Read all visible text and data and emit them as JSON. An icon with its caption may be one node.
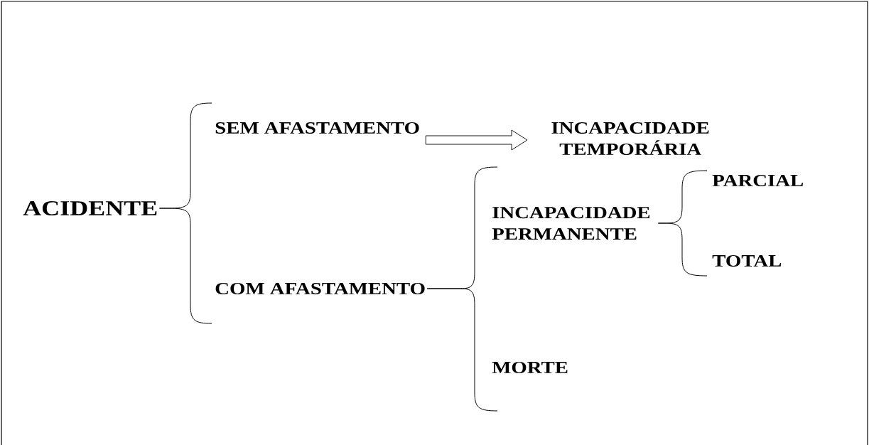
{
  "diagram": {
    "nodes": [
      {
        "text": [
          "ACIDENTE"
        ]
      },
      {
        "text": [
          "SEM AFASTAMENTO"
        ]
      },
      {
        "text": [
          "COM AFASTAMENTO"
        ]
      },
      {
        "text": [
          "INCAPACIDADE TEMPORÁRIA"
        ]
      },
      {
        "text": [
          "INCAPACIDADE PERMANENTE"
        ]
      },
      {
        "text": [
          "MORTE"
        ]
      },
      {
        "text": [
          "PARCIAL"
        ]
      },
      {
        "text": [
          "TOTAL"
        ]
      }
    ],
    "edges": [
      {
        "from": 0,
        "to": 1,
        "arrow": "none"
      },
      {
        "from": 0,
        "to": 2,
        "arrow": "none"
      },
      {
        "from": 1,
        "to": 3,
        "arrow": "to"
      },
      {
        "from": 2,
        "to": 4,
        "arrow": "none"
      },
      {
        "from": 2,
        "to": 5,
        "arrow": "none"
      },
      {
        "from": 4,
        "to": 6,
        "arrow": "none"
      },
      {
        "from": 4,
        "to": 7,
        "arrow": "none"
      }
    ]
  }
}
